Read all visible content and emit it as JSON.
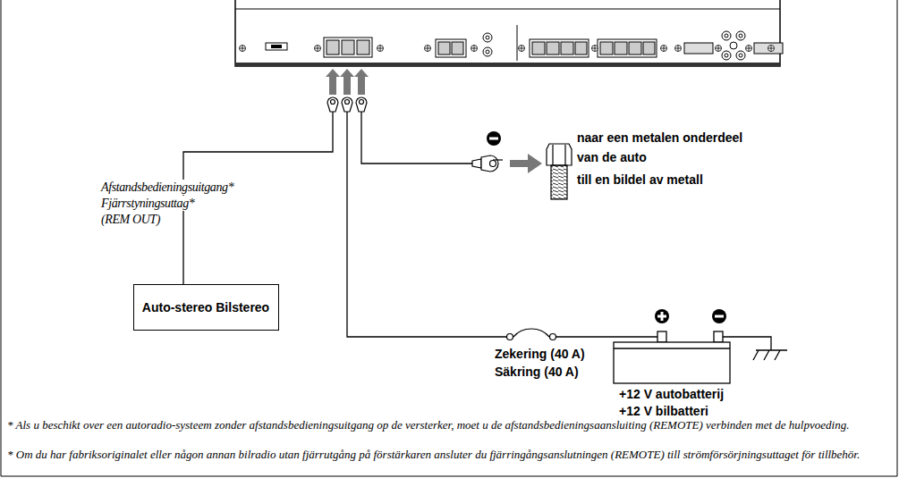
{
  "diagram": {
    "nodes": [
      {
        "text": [
          "Auto-stereo Bilstereo"
        ]
      }
    ],
    "labels": [
      "Afstandsbedieningsuitgang*",
      "Fjärrstyningsuttag*",
      "(REM OUT)",
      "naar een metalen onderdeel van de auto",
      "till en bildel av metall",
      "Zekering (40 A)",
      "Säkring (40 A)",
      "+12 V autobatterij",
      "+12 V bilbatteri",
      "* Als u beschikt over een autoradio-systeem zonder afstandsbedieningsuitgang op de versterker, moet u de afstandsbedieningsaansluiting (REMOTE) verbinden met de hulpvoeding.",
      "* Om du har fabriksoriginalet eller någon annan bilradio utan fjärrutgång på förstärkaren ansluter du fjärringångsanslutningen (REMOTE) till strömförsörjningsuttaget för tillbehör."
    ]
  }
}
